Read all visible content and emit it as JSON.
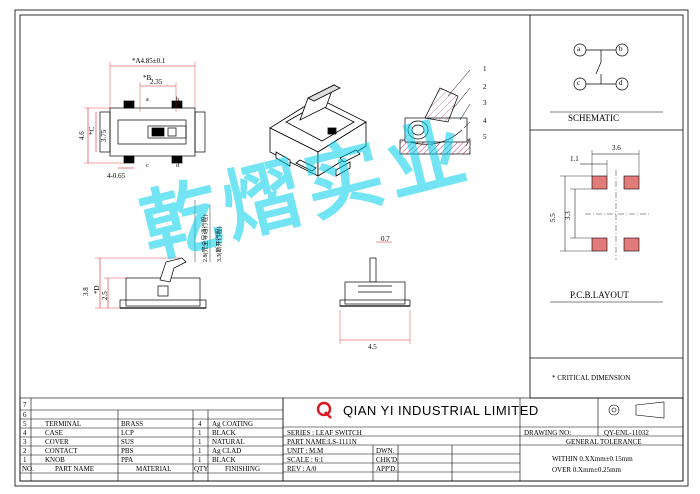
{
  "watermark": "乾熠实业",
  "top_view": {
    "dim_a": "*A4.85±0.1",
    "dim_b": "*B",
    "dim_b_val": "2.35",
    "dim_h1": "4.6",
    "dim_h2": "3.75",
    "dim_h3": "*C",
    "dim_pitch": "4-0.65",
    "marks": [
      "a",
      "b",
      "c",
      "d"
    ]
  },
  "callouts": [
    "1",
    "2",
    "3",
    "4",
    "5"
  ],
  "side_view": {
    "dim_h_outer": "3.8",
    "dim_h_inner": "2.5",
    "dim_d": "*D",
    "note_top": "3.3(断开行程)",
    "note_bottom": "2.8(完全导通行程)"
  },
  "front_view": {
    "dim_pin": "0.7",
    "dim_width": "4.5"
  },
  "schematic": {
    "title": "SCHEMATIC",
    "pins": [
      "a",
      "b",
      "c",
      "d"
    ]
  },
  "pcb": {
    "title": "P.C.B.LAYOUT",
    "dim_1": "1.1",
    "dim_2": "3.6",
    "dim_3": "5.5",
    "dim_4": "3.3"
  },
  "critical_note": "* CRITICAL  DIMENSION",
  "title_block": {
    "company": "QIAN YI INDUSTRIAL LIMITED",
    "series": "SERIES : LEAF SWITCH",
    "part_name": "PART NAME:LS-1111N",
    "unit": "UNIT : M.M",
    "scale": "SCALE : 6:1",
    "rev": "REV  : A/0",
    "dwn": "DWN.",
    "chkd": "CHK'D",
    "appd": "APP'D.",
    "drawing_no_label": "DRAWING NO:",
    "drawing_no": "QY-ENL-11032",
    "general_tolerance": "GENERAL TOLERANCE",
    "tol_within": "WITHIN 0.XXmm±0.15mm",
    "tol_over": "OVER   0.Xmm±0.25mm"
  },
  "bom": {
    "headers": [
      "NO.",
      "PART NAME",
      "MATERIAL",
      "QTY",
      "FINISHING"
    ],
    "rows": [
      {
        "no": "7",
        "part": "",
        "material": "",
        "qty": "",
        "finish": ""
      },
      {
        "no": "6",
        "part": "",
        "material": "",
        "qty": "",
        "finish": ""
      },
      {
        "no": "5",
        "part": "TERMINAL",
        "material": "BRASS",
        "qty": "4",
        "finish": "Ag COATING"
      },
      {
        "no": "4",
        "part": "CASE",
        "material": "LCP",
        "qty": "1",
        "finish": "BLACK"
      },
      {
        "no": "3",
        "part": "COVER",
        "material": "SUS",
        "qty": "1",
        "finish": "NATURAL"
      },
      {
        "no": "2",
        "part": "CONTACT",
        "material": "PBS",
        "qty": "1",
        "finish": "Ag CLAD"
      },
      {
        "no": "1",
        "part": "KNOB",
        "material": "PPA",
        "qty": "1",
        "finish": "BLACK"
      }
    ]
  },
  "colors": {
    "watermark": "#00cdeb",
    "pad": "#e37b7b",
    "logo_red": "#d9191f",
    "section_hatch": "#c0306a"
  }
}
